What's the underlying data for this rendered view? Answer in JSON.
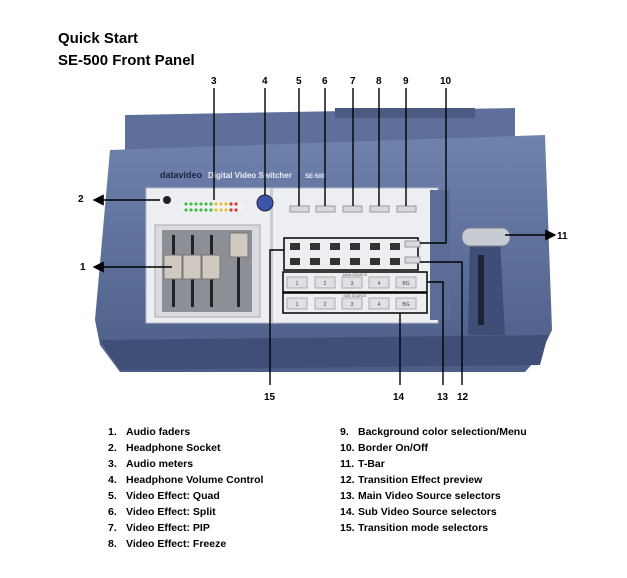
{
  "header": {
    "title": "Quick Start",
    "subtitle": "SE-500 Front Panel"
  },
  "device": {
    "brand": "datavideo",
    "model_name": "Digital Video Switcher",
    "model": "SE-500",
    "main_source_label": "MAIN SOURCE",
    "sub_source_label": "SUB SOURCE",
    "source_buttons": [
      "1",
      "2",
      "3",
      "4",
      "BG"
    ]
  },
  "callouts": [
    "1",
    "2",
    "3",
    "4",
    "5",
    "6",
    "7",
    "8",
    "9",
    "10",
    "11",
    "12",
    "13",
    "14",
    "15"
  ],
  "legend_left": [
    {
      "n": "1.",
      "t": "Audio faders"
    },
    {
      "n": "2.",
      "t": "Headphone Socket"
    },
    {
      "n": "3.",
      "t": "Audio meters"
    },
    {
      "n": "4.",
      "t": "Headphone Volume Control"
    },
    {
      "n": "5.",
      "t": "Video Effect: Quad"
    },
    {
      "n": "6.",
      "t": "Video Effect: Split"
    },
    {
      "n": "7.",
      "t": "Video Effect: PIP"
    },
    {
      "n": "8.",
      "t": "Video Effect: Freeze"
    }
  ],
  "legend_right": [
    {
      "n": "9.",
      "t": "Background color selection/Menu"
    },
    {
      "n": "10.",
      "t": "Border On/Off"
    },
    {
      "n": "11.",
      "t": "T-Bar"
    },
    {
      "n": "12.",
      "t": "Transition Effect preview"
    },
    {
      "n": "13.",
      "t": "Main Video Source selectors"
    },
    {
      "n": "14.",
      "t": "Sub Video Source selectors"
    },
    {
      "n": "15.",
      "t": "Transition mode selectors"
    }
  ]
}
